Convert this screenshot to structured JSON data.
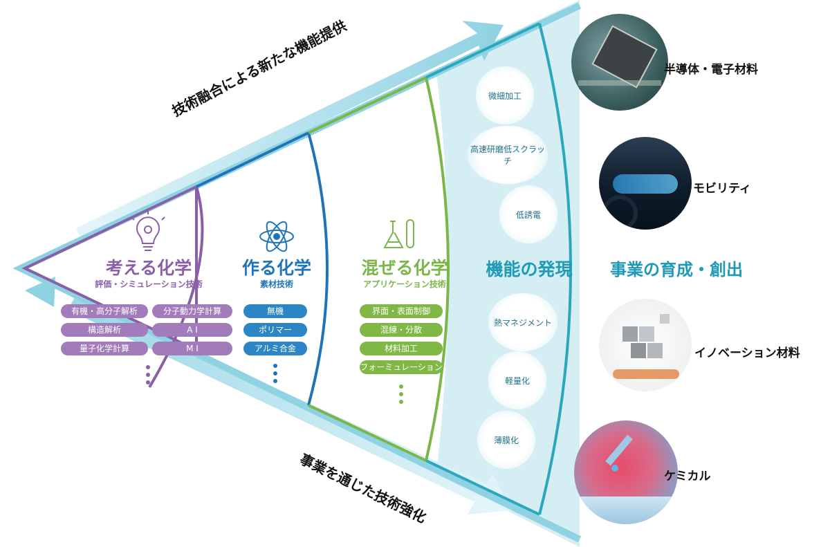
{
  "top_arrow_label": "技術融合による新たな機能提供",
  "bottom_arrow_label": "事業を通じた技術強化",
  "colors": {
    "purple": "#8a5fa8",
    "blue": "#1f74b8",
    "green": "#7ab648",
    "teal": "#2aa7bf",
    "arrow": "#8fd2e2"
  },
  "think": {
    "icon": "lightbulb-gear-icon",
    "title": "考える化学",
    "subtitle": "評価・シミュレーション技術",
    "items": [
      "有機・高分子解析",
      "分子動力学計算",
      "構造解析",
      "A I",
      "量子化学計算",
      "M I"
    ]
  },
  "make": {
    "icon": "atom-icon",
    "title": "作る化学",
    "subtitle": "素材技術",
    "items": [
      "無機",
      "ポリマー",
      "アルミ合金"
    ]
  },
  "mix": {
    "icon": "flask-icon",
    "title": "混ぜる化学",
    "subtitle": "アプリケーション技術",
    "items": [
      "界面・表面制御",
      "混練・分散",
      "材料加工",
      "フォーミュレーション"
    ]
  },
  "function": {
    "title": "機能の発現",
    "items": [
      "微細加工",
      "高速研磨低スクラッチ",
      "低誘電",
      "熱マネジメント",
      "軽量化",
      "薄膜化"
    ]
  },
  "business": {
    "title": "事業の育成・創出",
    "items": [
      {
        "label": "半導体・電子材料",
        "icon": "chip-photo"
      },
      {
        "label": "モビリティ",
        "icon": "car-dashboard-photo"
      },
      {
        "label": "イノベーション材料",
        "icon": "cubes-photo"
      },
      {
        "label": "ケミカル",
        "icon": "pipette-photo"
      }
    ]
  }
}
